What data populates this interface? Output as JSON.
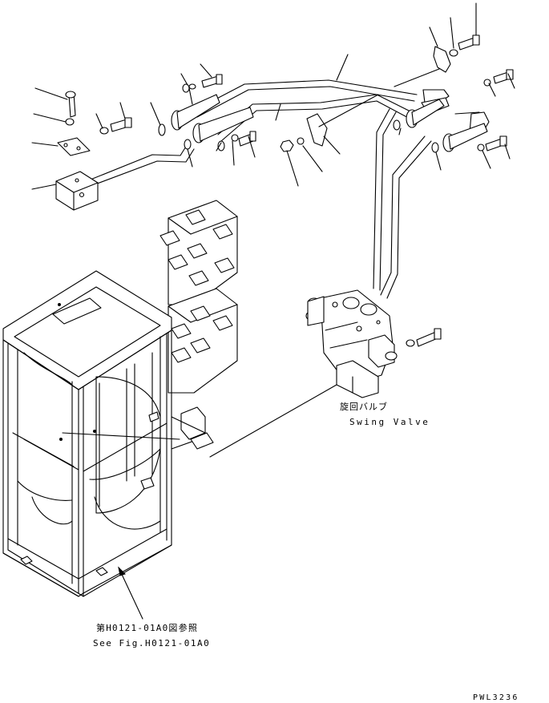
{
  "swing_valve": {
    "label_jp": "旋回バルブ",
    "label_en": "Swing Valve"
  },
  "figure_reference": {
    "label_jp": "第H0121-01A0図参照",
    "label_en": "See Fig.H0121-01A0"
  },
  "drawing_code": "PWL3236",
  "colors": {
    "line": "#000000",
    "background": "#ffffff"
  }
}
